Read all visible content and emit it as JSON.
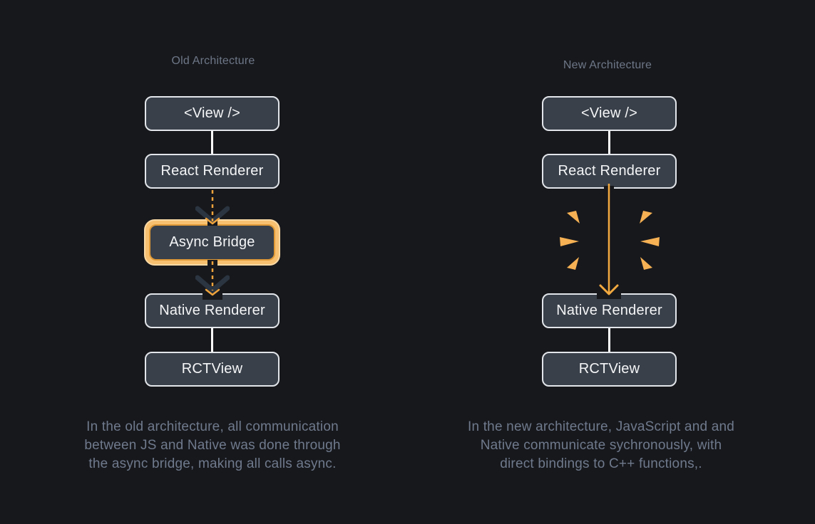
{
  "page": {
    "background": "#17181c"
  },
  "colors": {
    "accent_orange": "#f2a93f",
    "burst_orange": "#f6b154",
    "highlight_ring_fill": "#f7bf70",
    "highlight_ring_edge": "#fbd9a4",
    "highlight_ring_inner_stroke": "#e09a38",
    "node_background": "#394049",
    "node_border": "#e2e5e9",
    "node_text": "#f4f5f7",
    "title_text": "#6d7787",
    "caption_text": "#6f7a8d",
    "dark_chevron": "#2b3441",
    "connector_white": "#ffffff"
  },
  "old_architecture": {
    "title": "Old Architecture",
    "nodes": {
      "view": "<View />",
      "react_renderer": "React Renderer",
      "async_bridge": "Async Bridge",
      "native_renderer": "Native Renderer",
      "rctview": "RCTView"
    },
    "caption_lines": [
      "In the old architecture, all communication",
      "between JS and Native was done through",
      "the async bridge, making all calls async."
    ]
  },
  "new_architecture": {
    "title": "New Architecture",
    "nodes": {
      "view": "<View />",
      "react_renderer": "React Renderer",
      "native_renderer": "Native Renderer",
      "rctview": "RCTView"
    },
    "caption_lines": [
      "In the new architecture, JavaScript and and",
      "Native communicate sychronously, with",
      "direct bindings to C++ functions,."
    ]
  }
}
